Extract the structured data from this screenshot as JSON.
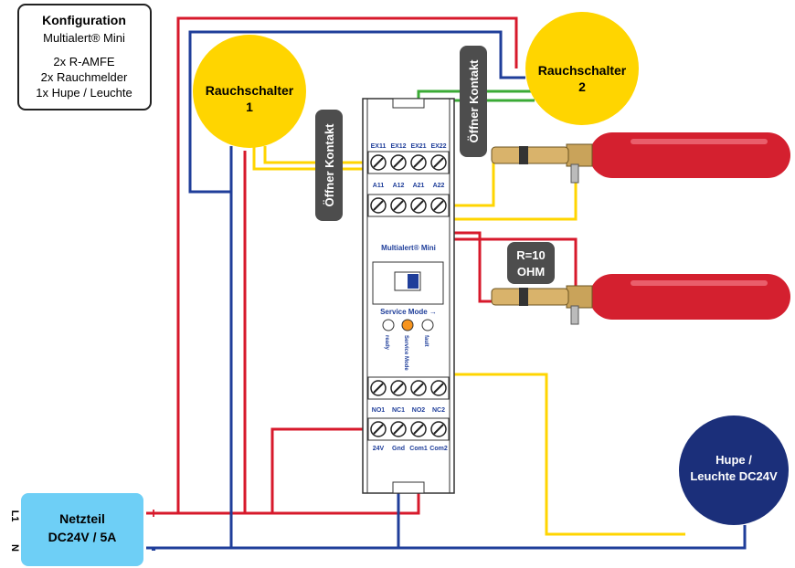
{
  "config": {
    "title": "Konfiguration",
    "subtitle": "Multialert® Mini",
    "lines": [
      "2x R-AMFE",
      "2x Rauchmelder",
      "1x Hupe / Leuchte"
    ]
  },
  "smoke_switch_1": {
    "label": "Rauchschalter",
    "number": "1"
  },
  "smoke_switch_2": {
    "label": "Rauchschalter",
    "number": "2"
  },
  "nc_contact_label": "Öffner Kontakt",
  "resistor": {
    "line1": "R=10",
    "line2": "OHM"
  },
  "module": {
    "name": "Multialert® Mini",
    "ex_terminals": [
      "EX11",
      "EX12",
      "EX21",
      "EX22"
    ],
    "a_terminals": [
      "A11",
      "A12",
      "A21",
      "A22"
    ],
    "service_mode": "Service Mode →",
    "leds": [
      "ready",
      "Service Mode",
      "fault"
    ],
    "relay_terminals": [
      "NO1",
      "NC1",
      "NO2",
      "NC2"
    ],
    "power_terminals": [
      "24V",
      "Gnd",
      "Com1",
      "Com2"
    ]
  },
  "power_supply": {
    "line1": "Netzteil",
    "line2": "DC24V / 5A",
    "plus": "+",
    "minus": "-",
    "l1": "L1",
    "n": "N"
  },
  "horn": {
    "line1": "Hupe /",
    "line2": "Leuchte DC24V"
  },
  "colors": {
    "red": "#D7192B",
    "blue": "#1F3E9A",
    "yellow": "#FFD500",
    "green": "#3AAA35",
    "navy": "#1B2F7A",
    "psu": "#6ECFF6",
    "cylinder": "#D4202F",
    "pill": "#4D4D4D"
  }
}
